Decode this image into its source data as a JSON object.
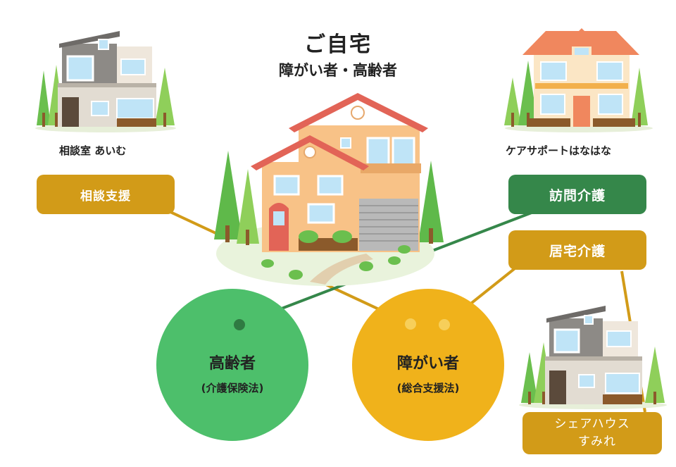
{
  "title": {
    "main": "ご自宅",
    "sub": "障がい者・高齢者"
  },
  "places": {
    "consult": "相談室 あいむ",
    "care": "ケアサポートはなはな"
  },
  "services": {
    "consult_support": "相談支援",
    "home_visit": "訪問介護",
    "home_care": "居宅介護",
    "share_house_line1": "シェアハウス",
    "share_house_line2": "すみれ"
  },
  "targets": {
    "elderly": {
      "title": "高齢者",
      "law": "(介護保険法)"
    },
    "disabled": {
      "title": "障がい者",
      "law": "(総合支援法)"
    }
  },
  "colors": {
    "gold": "#d29b18",
    "green_badge": "#35874a",
    "elderly_circle": "#4dbf6b",
    "disabled_circle": "#f0b21b",
    "roof_red": "#e26457",
    "wall_peach": "#f8c287"
  }
}
